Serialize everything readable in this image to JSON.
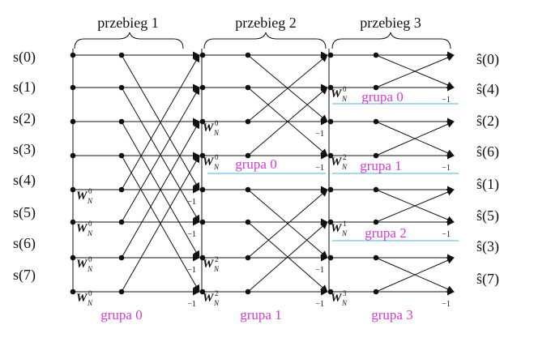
{
  "inputs": [
    "s(0)",
    "s(1)",
    "s(2)",
    "s(3)",
    "s(4)",
    "s(5)",
    "s(6)",
    "s(7)"
  ],
  "outputs": [
    "ŝ(0)",
    "ŝ(4)",
    "ŝ(2)",
    "ŝ(6)",
    "ŝ(1)",
    "ŝ(5)",
    "ŝ(3)",
    "ŝ(7)"
  ],
  "passes": [
    "przebieg 1",
    "przebieg 2",
    "przebieg 3"
  ],
  "groups": {
    "stage1_bottom": "grupa 0",
    "stage2_mid": "grupa 0",
    "stage2_bottom": "grupa 1",
    "stage3_g0": "grupa 0",
    "stage3_g1": "grupa 1",
    "stage3_g2": "grupa 2",
    "stage3_g3": "grupa 3"
  },
  "twiddle": {
    "base": "W",
    "sub": "N",
    "stage1": [
      "0",
      "0",
      "0",
      "0"
    ],
    "stage2": [
      "0",
      "0",
      "2",
      "2"
    ],
    "stage3": [
      "0",
      "2",
      "1",
      "3"
    ]
  },
  "minus_one": "−1",
  "colors": {
    "group_label": "#d63ad6",
    "group_divider": "#4fb0d8",
    "line": "#111111"
  }
}
